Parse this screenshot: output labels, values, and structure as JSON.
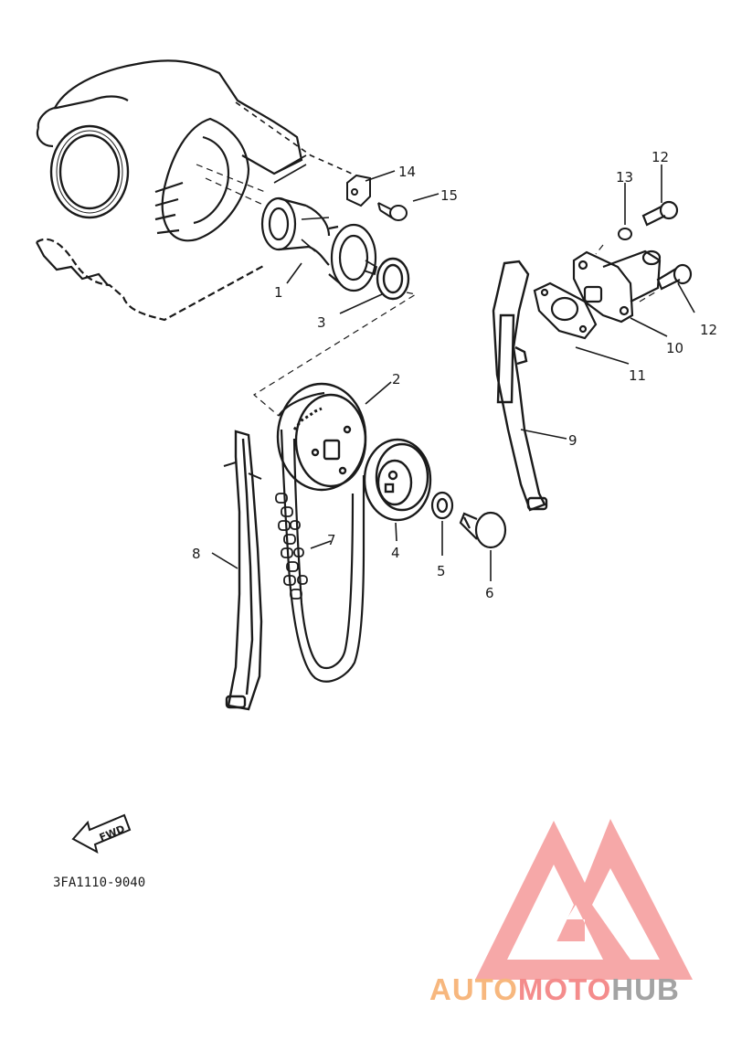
{
  "diagram": {
    "part_numbers": [
      "1",
      "2",
      "3",
      "4",
      "5",
      "6",
      "7",
      "8",
      "9",
      "10",
      "11",
      "12",
      "12",
      "13",
      "14",
      "15"
    ],
    "fwd_label": "FWD",
    "code": "3FA1110-9040"
  },
  "watermark": {
    "part1": "AUTO",
    "part2": "MOTO",
    "part3": "HUB",
    "colors": {
      "auto": "#f7b77e",
      "moto": "#f48c8c",
      "hub": "#a3a3a3",
      "logo": "#f48c8c"
    }
  }
}
